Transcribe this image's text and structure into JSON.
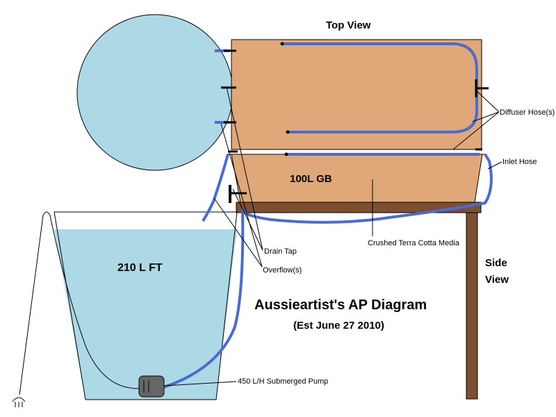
{
  "labels": {
    "top_view": "Top View",
    "side_view_line1": "Side",
    "side_view_line2": "View",
    "grow_bed": "100L GB",
    "fish_tank": "210 L FT",
    "title": "Aussieartist's AP Diagram",
    "subtitle": "(Est June 27 2010)",
    "diffuser_hoses": "Diffuser Hose(s)",
    "inlet_hose": "Inlet Hose",
    "crushed_media": "Crushed Terra Cotta Media",
    "drain_tap": "Drain Tap",
    "overflows": "Overflow(s)",
    "pump": "450 L/H Submerged Pump"
  },
  "colors": {
    "water": "#add8e6",
    "grow_bed": "#e0a879",
    "stand": "#7b4f2f",
    "hose": "#4a6ad4",
    "pump": "#666666",
    "outline": "#000000"
  }
}
